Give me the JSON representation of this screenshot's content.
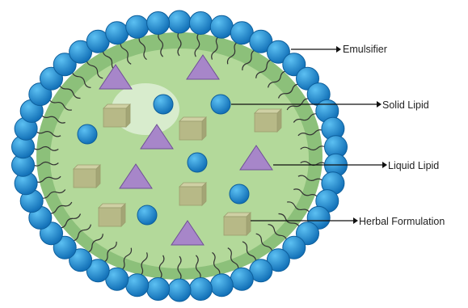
{
  "labels": {
    "emulsifier": "Emulsifier",
    "solid_lipid": "Solid Lipid",
    "liquid_lipid": "Liquid Lipid",
    "herbal_formulation": "Herbal Formulation"
  },
  "colors": {
    "emulsifier_head": "#1f8fd6",
    "emulsifier_head_stroke": "#0d5f9c",
    "shell": "#8cc07a",
    "core": "#b3d99a",
    "highlight": "#d8eccd",
    "liquid_lipid": "#a786c9",
    "herbal_formulation": "#b7b987",
    "solid_lipid": "#1f8fd6",
    "tail": "#333333",
    "arrow": "#111111"
  },
  "icons": {
    "emulsifier": "blue-circle-with-wavy-tail",
    "solid_lipid": "blue-dot",
    "liquid_lipid": "purple-triangle",
    "herbal_formulation": "beige-cube"
  }
}
